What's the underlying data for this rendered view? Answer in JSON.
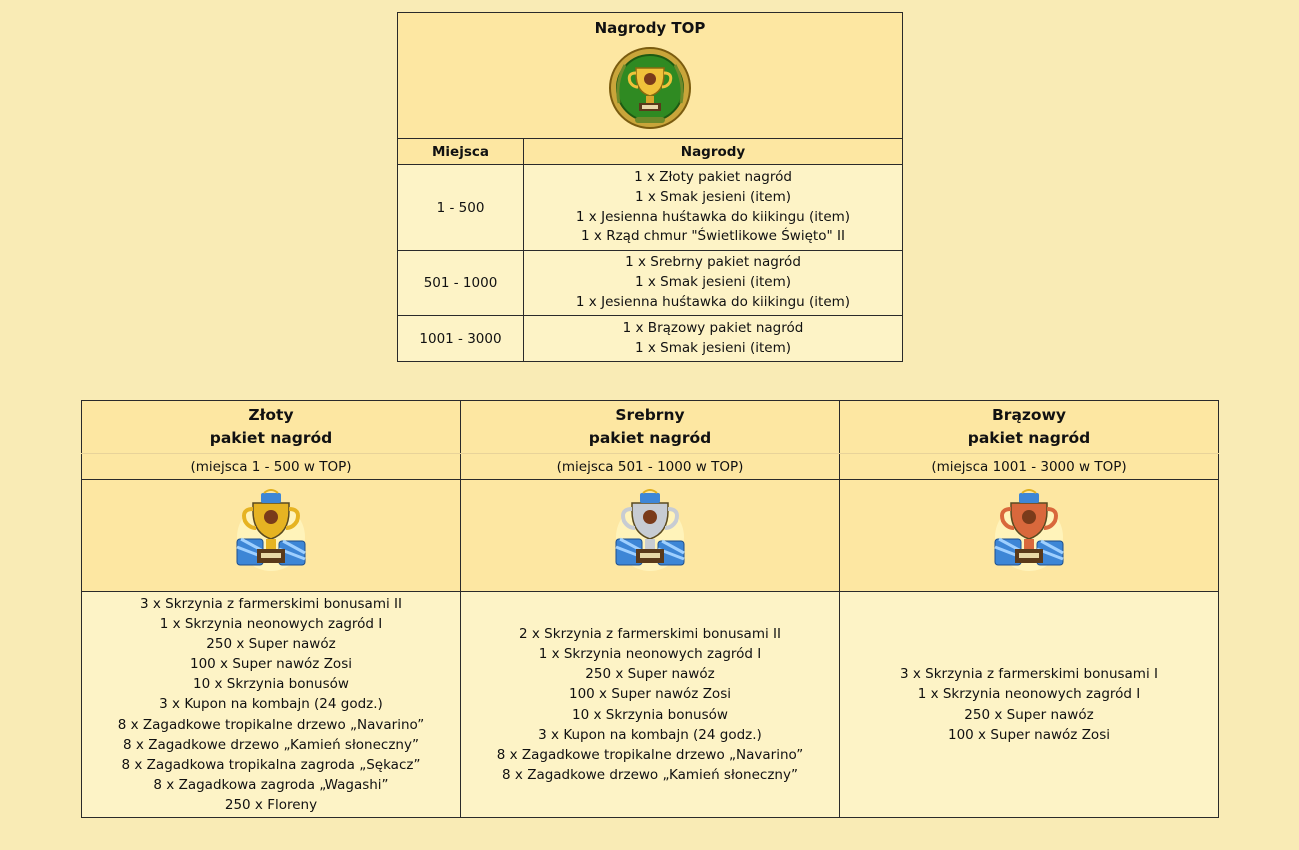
{
  "top_rewards": {
    "title": "Nagrody TOP",
    "col_place": "Miejsca",
    "col_rewards": "Nagrody",
    "rows": [
      {
        "place": "1 - 500",
        "rewards": [
          "1 x Złoty pakiet nagród",
          "1 x Smak jesieni (item)",
          "1 x Jesienna huśtawka do kiikingu (item)",
          "1 x Rząd chmur \"Świetlikowe Święto\" II"
        ]
      },
      {
        "place": "501 - 1000",
        "rewards": [
          "1 x Srebrny pakiet nagród",
          "1 x Smak jesieni (item)",
          "1 x Jesienna huśtawka do kiikingu (item)"
        ]
      },
      {
        "place": "1001 - 3000",
        "rewards": [
          "1 x Brązowy pakiet nagród",
          "1 x Smak jesieni (item)"
        ]
      }
    ]
  },
  "packages": [
    {
      "name_line1": "Złoty",
      "name_line2": "pakiet nagród",
      "range": "(miejsca 1 - 500 w TOP)",
      "icon": "gold-trophy-gifts-icon",
      "color": "#e6b322",
      "contents": [
        "3 x Skrzynia z farmerskimi bonusami II",
        "1 x Skrzynia neonowych zagród I",
        "250 x Super nawóz",
        "100 x Super nawóz Zosi",
        "10 x Skrzynia bonusów",
        "3 x Kupon na kombajn (24 godz.)",
        "8 x Zagadkowe tropikalne drzewo „Navarino”",
        "8 x Zagadkowe drzewo „Kamień słoneczny”",
        "8 x Zagadkowa tropikalna zagroda „Sękacz”",
        "8 x Zagadkowa zagroda „Wagashi”",
        "250 x Floreny"
      ]
    },
    {
      "name_line1": "Srebrny",
      "name_line2": "pakiet nagród",
      "range": "(miejsca 501 - 1000 w TOP)",
      "icon": "silver-trophy-gifts-icon",
      "color": "#c7ccd3",
      "contents": [
        "2 x Skrzynia z farmerskimi bonusami II",
        "1 x Skrzynia neonowych zagród I",
        "250 x Super nawóz",
        "100 x Super nawóz Zosi",
        "10 x Skrzynia bonusów",
        "3 x Kupon na kombajn (24 godz.)",
        "8 x Zagadkowe tropikalne drzewo „Navarino”",
        "8 x Zagadkowe drzewo „Kamień słoneczny”"
      ]
    },
    {
      "name_line1": "Brązowy",
      "name_line2": "pakiet nagród",
      "range": "(miejsca 1001 - 3000 w TOP)",
      "icon": "bronze-trophy-gifts-icon",
      "color": "#d9683c",
      "contents": [
        "3 x Skrzynia z farmerskimi bonusami I",
        "1 x Skrzynia neonowych zagród I",
        "250 x Super nawóz",
        "100 x Super nawóz Zosi"
      ]
    }
  ]
}
